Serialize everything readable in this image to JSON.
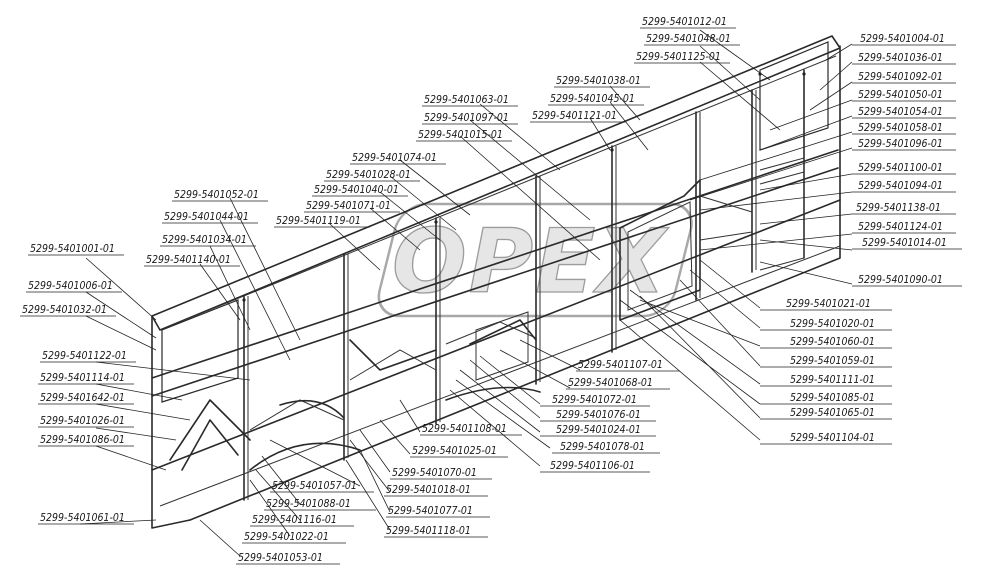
{
  "watermark": {
    "text": "OPEX"
  },
  "labels": {
    "l01": "5299-5401012-01",
    "l02": "5299-5401048-01",
    "l03": "5299-5401125-01",
    "l04": "5299-5401038-01",
    "l05": "5299-5401045-01",
    "l06": "5299-5401121-01",
    "l07": "5299-5401063-01",
    "l08": "5299-5401097-01",
    "l09": "5299-5401015-01",
    "l10": "5299-5401074-01",
    "l11": "5299-5401028-01",
    "l12": "5299-5401040-01",
    "l13": "5299-5401071-01",
    "l14": "5299-5401052-01",
    "l15": "5299-5401119-01",
    "l16": "5299-5401044-01",
    "l17": "5299-5401034-01",
    "l18": "5299-5401140-01",
    "l19": "5299-5401001-01",
    "l20": "5299-5401006-01",
    "l21": "5299-5401032-01",
    "l22": "5299-5401122-01",
    "l23": "5299-5401114-01",
    "l24": "5299-5401642-01",
    "l25": "5299-5401026-01",
    "l26": "5299-5401086-01",
    "l27": "5299-5401061-01",
    "l28": "5299-5401004-01",
    "l29": "5299-5401036-01",
    "l30": "5299-5401092-01",
    "l31": "5299-5401050-01",
    "l32": "5299-5401054-01",
    "l33": "5299-5401058-01",
    "l34": "5299-5401096-01",
    "l35": "5299-5401100-01",
    "l36": "5299-5401094-01",
    "l37": "5299-5401138-01",
    "l38": "5299-5401124-01",
    "l39": "5299-5401014-01",
    "l40": "5299-5401090-01",
    "l41": "5299-5401021-01",
    "l42": "5299-5401020-01",
    "l43": "5299-5401060-01",
    "l44": "5299-5401059-01",
    "l45": "5299-5401111-01",
    "l46": "5299-5401085-01",
    "l47": "5299-5401065-01",
    "l48": "5299-5401104-01",
    "l49": "5299-5401107-01",
    "l50": "5299-5401068-01",
    "l51": "5299-5401072-01",
    "l52": "5299-5401076-01",
    "l53": "5299-5401024-01",
    "l54": "5299-5401078-01",
    "l55": "5299-5401106-01",
    "l56": "5299-5401108-01",
    "l57": "5299-5401025-01",
    "l58": "5299-5401070-01",
    "l59": "5299-5401018-01",
    "l60": "5299-5401057-01",
    "l61": "5299-5401088-01",
    "l62": "5299-5401116-01",
    "l63": "5299-5401022-01",
    "l64": "5299-5401077-01",
    "l65": "5299-5401118-01",
    "l66": "5299-5401053-01"
  }
}
